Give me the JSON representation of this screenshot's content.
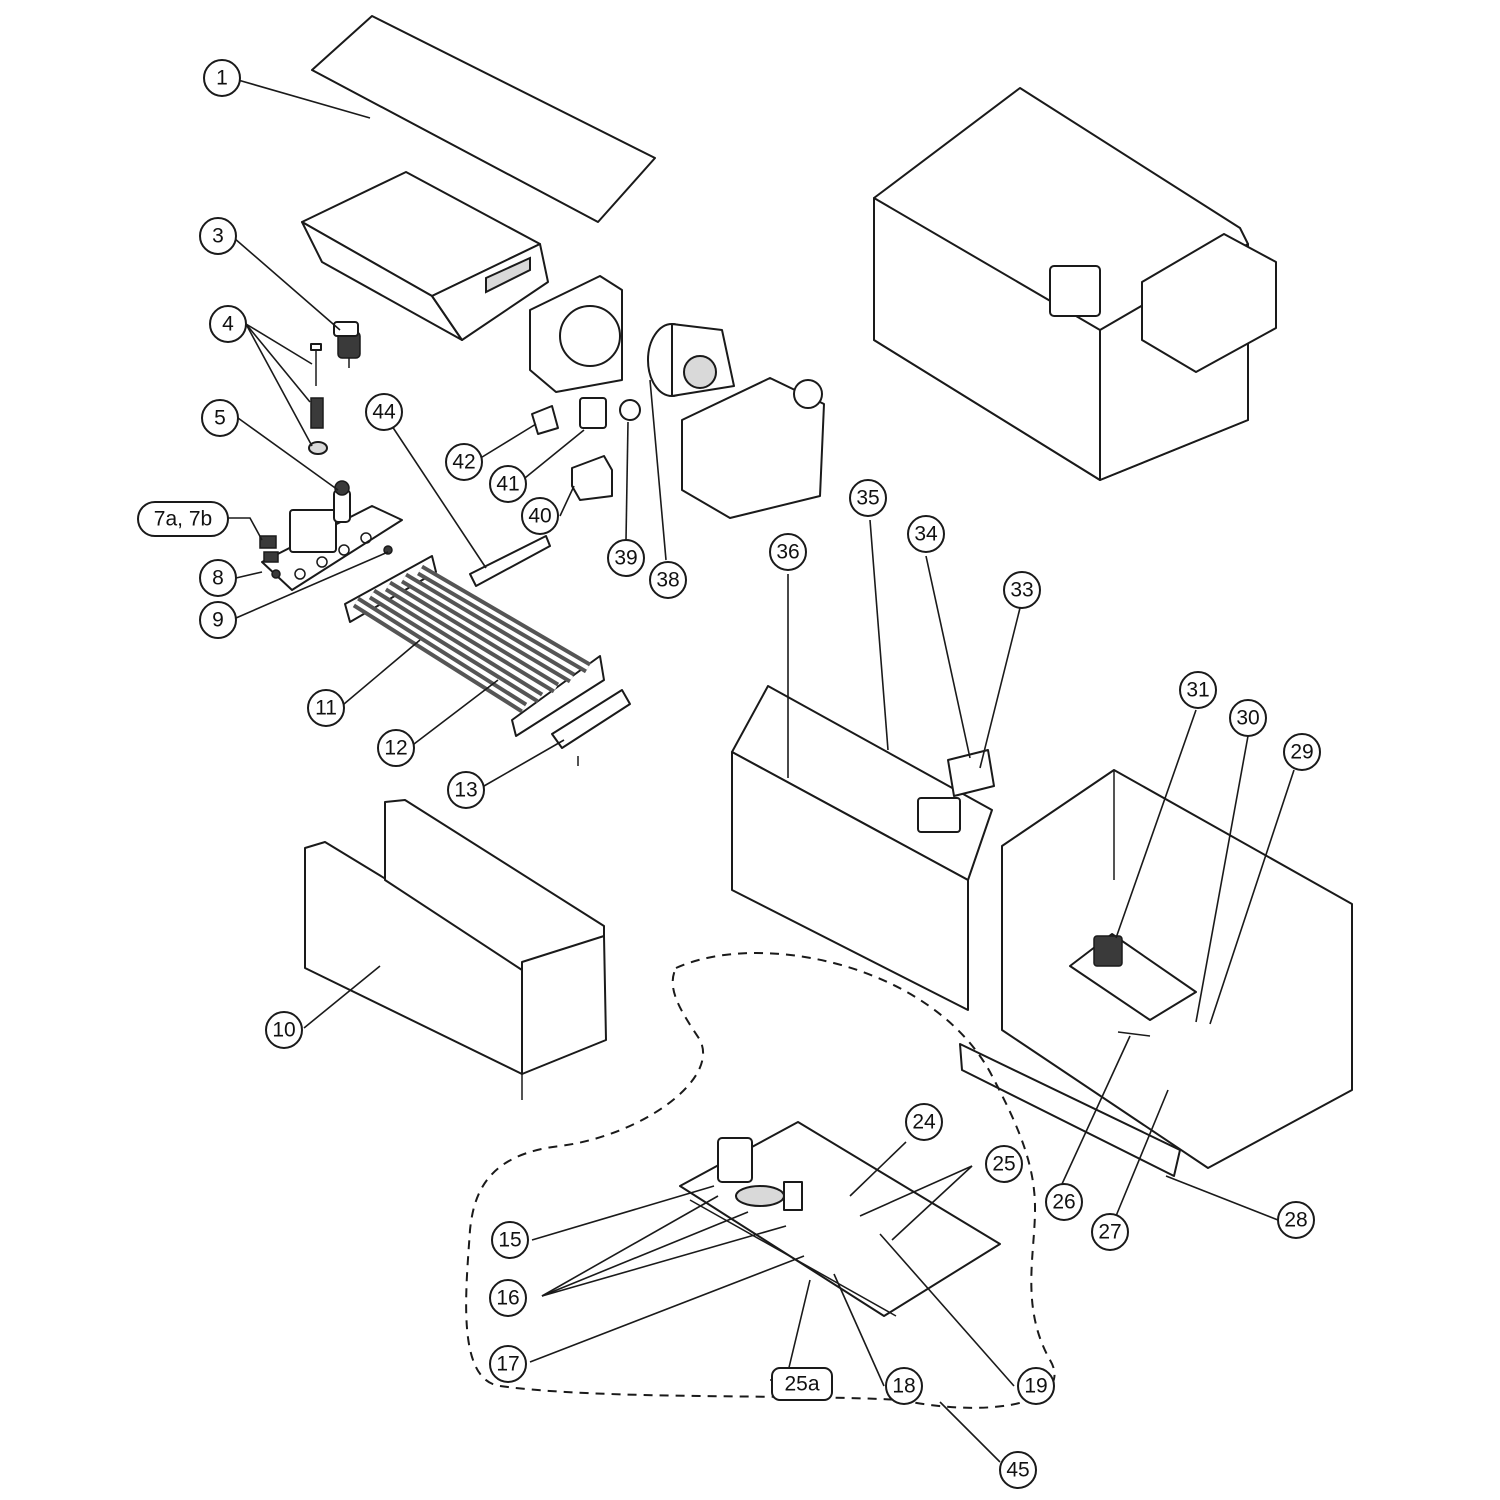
{
  "diagram": {
    "callouts": [
      {
        "id": "c1",
        "label": "1"
      },
      {
        "id": "c3",
        "label": "3"
      },
      {
        "id": "c4",
        "label": "4"
      },
      {
        "id": "c5",
        "label": "5"
      },
      {
        "id": "c7",
        "label": "7a, 7b"
      },
      {
        "id": "c8",
        "label": "8"
      },
      {
        "id": "c9",
        "label": "9"
      },
      {
        "id": "c10",
        "label": "10"
      },
      {
        "id": "c11",
        "label": "11"
      },
      {
        "id": "c12",
        "label": "12"
      },
      {
        "id": "c13",
        "label": "13"
      },
      {
        "id": "c15",
        "label": "15"
      },
      {
        "id": "c16",
        "label": "16"
      },
      {
        "id": "c17",
        "label": "17"
      },
      {
        "id": "c18",
        "label": "18"
      },
      {
        "id": "c19",
        "label": "19"
      },
      {
        "id": "c24",
        "label": "24"
      },
      {
        "id": "c25",
        "label": "25"
      },
      {
        "id": "c25a",
        "label": "25a"
      },
      {
        "id": "c26",
        "label": "26"
      },
      {
        "id": "c27",
        "label": "27"
      },
      {
        "id": "c28",
        "label": "28"
      },
      {
        "id": "c29",
        "label": "29"
      },
      {
        "id": "c30",
        "label": "30"
      },
      {
        "id": "c31",
        "label": "31"
      },
      {
        "id": "c33",
        "label": "33"
      },
      {
        "id": "c34",
        "label": "34"
      },
      {
        "id": "c35",
        "label": "35"
      },
      {
        "id": "c36",
        "label": "36"
      },
      {
        "id": "c38",
        "label": "38"
      },
      {
        "id": "c39",
        "label": "39"
      },
      {
        "id": "c40",
        "label": "40"
      },
      {
        "id": "c41",
        "label": "41"
      },
      {
        "id": "c42",
        "label": "42"
      },
      {
        "id": "c44",
        "label": "44"
      },
      {
        "id": "c45",
        "label": "45"
      }
    ]
  }
}
